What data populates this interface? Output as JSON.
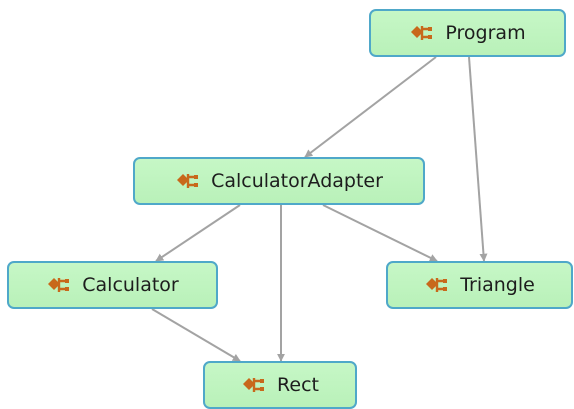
{
  "diagram": {
    "nodes": [
      {
        "id": "program",
        "label": "Program",
        "icon": "class-icon"
      },
      {
        "id": "adapter",
        "label": "CalculatorAdapter",
        "icon": "class-icon"
      },
      {
        "id": "calculator",
        "label": "Calculator",
        "icon": "class-icon"
      },
      {
        "id": "triangle",
        "label": "Triangle",
        "icon": "class-icon"
      },
      {
        "id": "rect",
        "label": "Rect",
        "icon": "class-icon"
      }
    ],
    "edges": [
      {
        "from": "program",
        "to": "adapter"
      },
      {
        "from": "program",
        "to": "triangle"
      },
      {
        "from": "adapter",
        "to": "calculator"
      },
      {
        "from": "adapter",
        "to": "rect"
      },
      {
        "from": "adapter",
        "to": "triangle"
      },
      {
        "from": "calculator",
        "to": "rect"
      }
    ],
    "colors": {
      "node_fill": "#c0f5c0",
      "node_border": "#4fa8c9",
      "edge": "#a3a3a3",
      "icon": "#c8681b"
    }
  }
}
